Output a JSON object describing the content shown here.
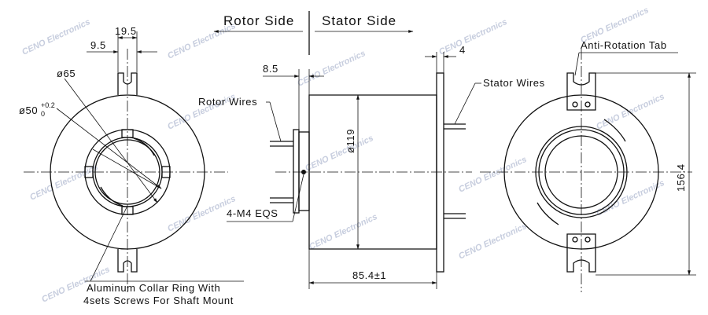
{
  "header": {
    "rotor_side": "Rotor Side",
    "stator_side": "Stator Side"
  },
  "dimensions": {
    "collar_width": "19.5",
    "tab_offset": "9.5",
    "outer_dia": "ø65",
    "bore_dia": "ø50",
    "bore_tol_upper": "+0.2",
    "bore_tol_lower": "0",
    "rotor_protrusion": "8.5",
    "body_dia": "ø119",
    "flange_thickness": "4",
    "body_length": "85.4±1",
    "overall_height": "156.4"
  },
  "labels": {
    "rotor_wires": "Rotor Wires",
    "stator_wires": "Stator Wires",
    "anti_rotation_tab": "Anti-Rotation Tab",
    "mount_holes": "4-M4 EQS",
    "collar_note_line1": "Aluminum Collar Ring With",
    "collar_note_line2": "4sets Screws For Shaft Mount"
  },
  "watermark": "CENO Electronics",
  "colors": {
    "line": "#111111",
    "watermark": "#9aa6c4"
  }
}
